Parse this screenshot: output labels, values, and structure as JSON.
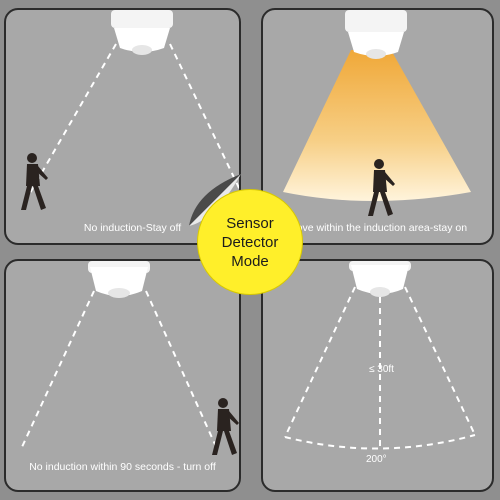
{
  "panels": {
    "no_induction": {
      "caption": "No induction-Stay off"
    },
    "move_within": {
      "caption": "Move within the induction area-stay on"
    },
    "timeout": {
      "caption": "No induction within 90 seconds - turn off"
    },
    "coverage": {
      "range_label": "≤ 30ft",
      "angle_label": "200°"
    }
  },
  "badge": {
    "line1": "Sensor",
    "line2": "Detector",
    "line3": "Mode"
  },
  "colors": {
    "panel_bg": "#a8a8a8",
    "badge_yellow": "#ffef2a",
    "light_beam": "#f3b347",
    "dashed_line": "#ffffff"
  },
  "icons": [
    "ceiling-light-icon",
    "walking-person-icon"
  ]
}
